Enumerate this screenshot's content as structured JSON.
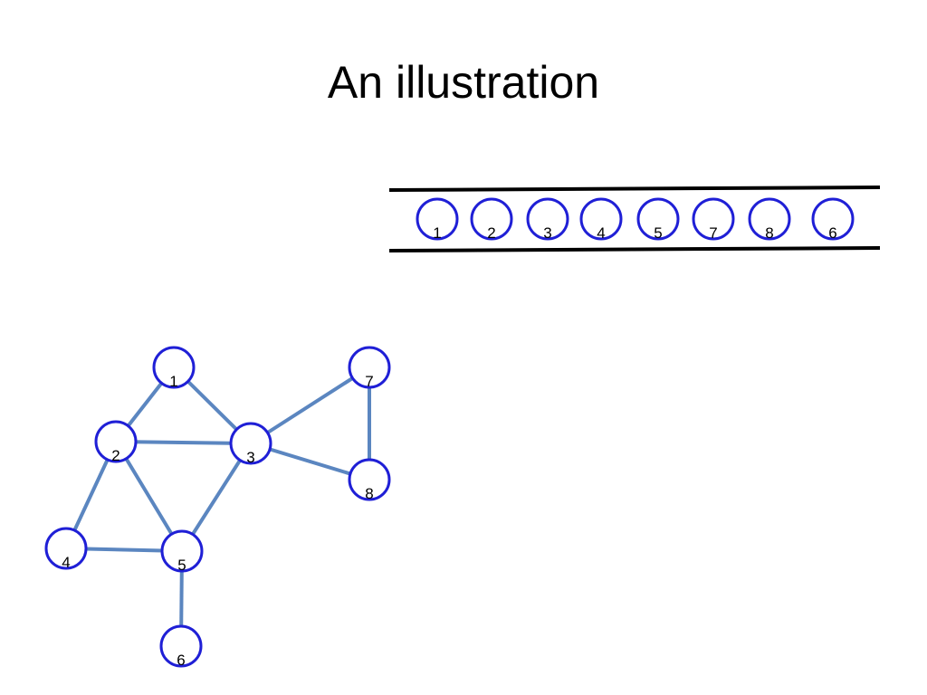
{
  "title": "An illustration",
  "colors": {
    "node_stroke": "#1f1fd6",
    "edge": "#5b86c0",
    "queue_line": "#000000",
    "background": "#ffffff"
  },
  "queue": {
    "items": [
      "1",
      "2",
      "3",
      "4",
      "5",
      "7",
      "8",
      "6"
    ]
  },
  "graph": {
    "nodes": [
      {
        "id": "1",
        "label": "1"
      },
      {
        "id": "2",
        "label": "2"
      },
      {
        "id": "3",
        "label": "3"
      },
      {
        "id": "4",
        "label": "4"
      },
      {
        "id": "5",
        "label": "5"
      },
      {
        "id": "6",
        "label": "6"
      },
      {
        "id": "7",
        "label": "7"
      },
      {
        "id": "8",
        "label": "8"
      }
    ],
    "edges": [
      [
        "1",
        "2"
      ],
      [
        "1",
        "3"
      ],
      [
        "2",
        "3"
      ],
      [
        "2",
        "4"
      ],
      [
        "2",
        "5"
      ],
      [
        "3",
        "5"
      ],
      [
        "3",
        "7"
      ],
      [
        "3",
        "8"
      ],
      [
        "7",
        "8"
      ],
      [
        "4",
        "5"
      ],
      [
        "5",
        "6"
      ]
    ]
  }
}
